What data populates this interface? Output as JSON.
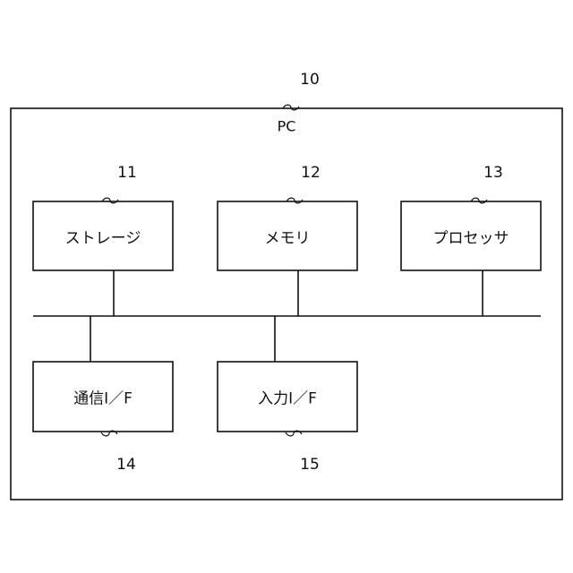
{
  "system": {
    "ref": "10",
    "label": "PC"
  },
  "components": [
    {
      "ref": "11",
      "label": "ストレージ"
    },
    {
      "ref": "12",
      "label": "メモリ"
    },
    {
      "ref": "13",
      "label": "プロセッサ"
    },
    {
      "ref": "14",
      "label": "通信I／F"
    },
    {
      "ref": "15",
      "label": "入力I／F"
    }
  ]
}
